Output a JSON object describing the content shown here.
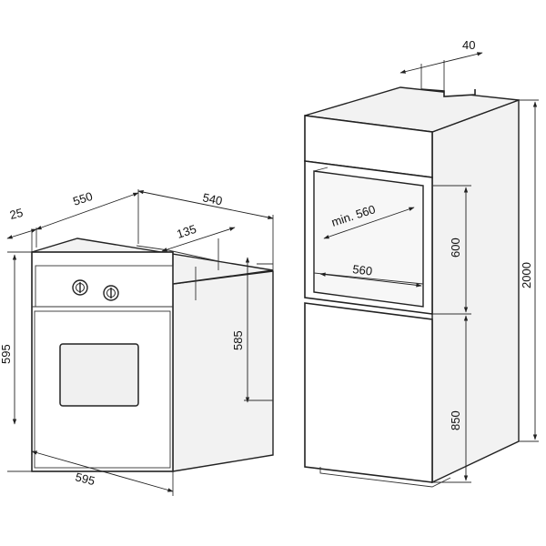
{
  "oven": {
    "dims": {
      "depth_front": "25",
      "depth_body": "550",
      "width_top": "540",
      "top_offset": "135",
      "height_front": "595",
      "height_body": "585",
      "width_front": "595"
    }
  },
  "cabinet": {
    "dims": {
      "top_gap": "40",
      "niche_depth_min": "min. 560",
      "niche_height": "600",
      "niche_width": "560",
      "total_height": "2000",
      "base_height": "850"
    }
  },
  "colors": {
    "line": "#222222",
    "background": "#ffffff"
  }
}
